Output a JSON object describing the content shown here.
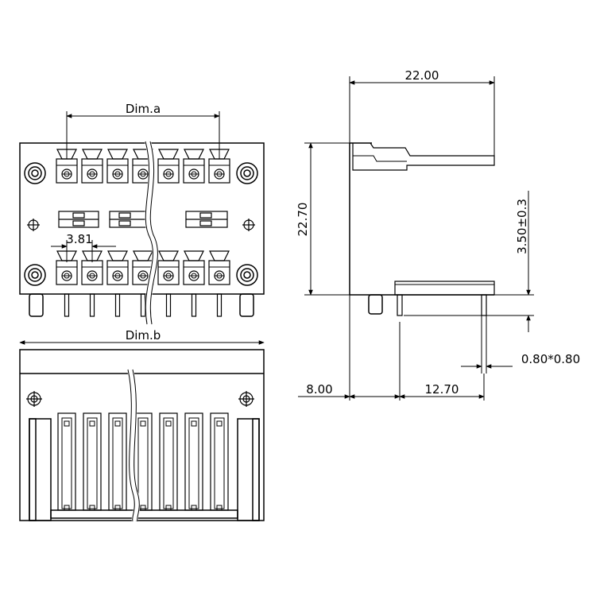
{
  "labels": {
    "dim_a": "Dim.a",
    "dim_b": "Dim.b",
    "pitch": "3.81",
    "width": "22.00",
    "height": "22.70",
    "pin_offset": "3.50±0.3",
    "pin_size": "0.80*0.80",
    "rear_offset": "8.00",
    "pin_span": "12.70"
  },
  "pin_count_per_row": 7,
  "colors": {
    "line": "#000000",
    "background": "#ffffff"
  }
}
